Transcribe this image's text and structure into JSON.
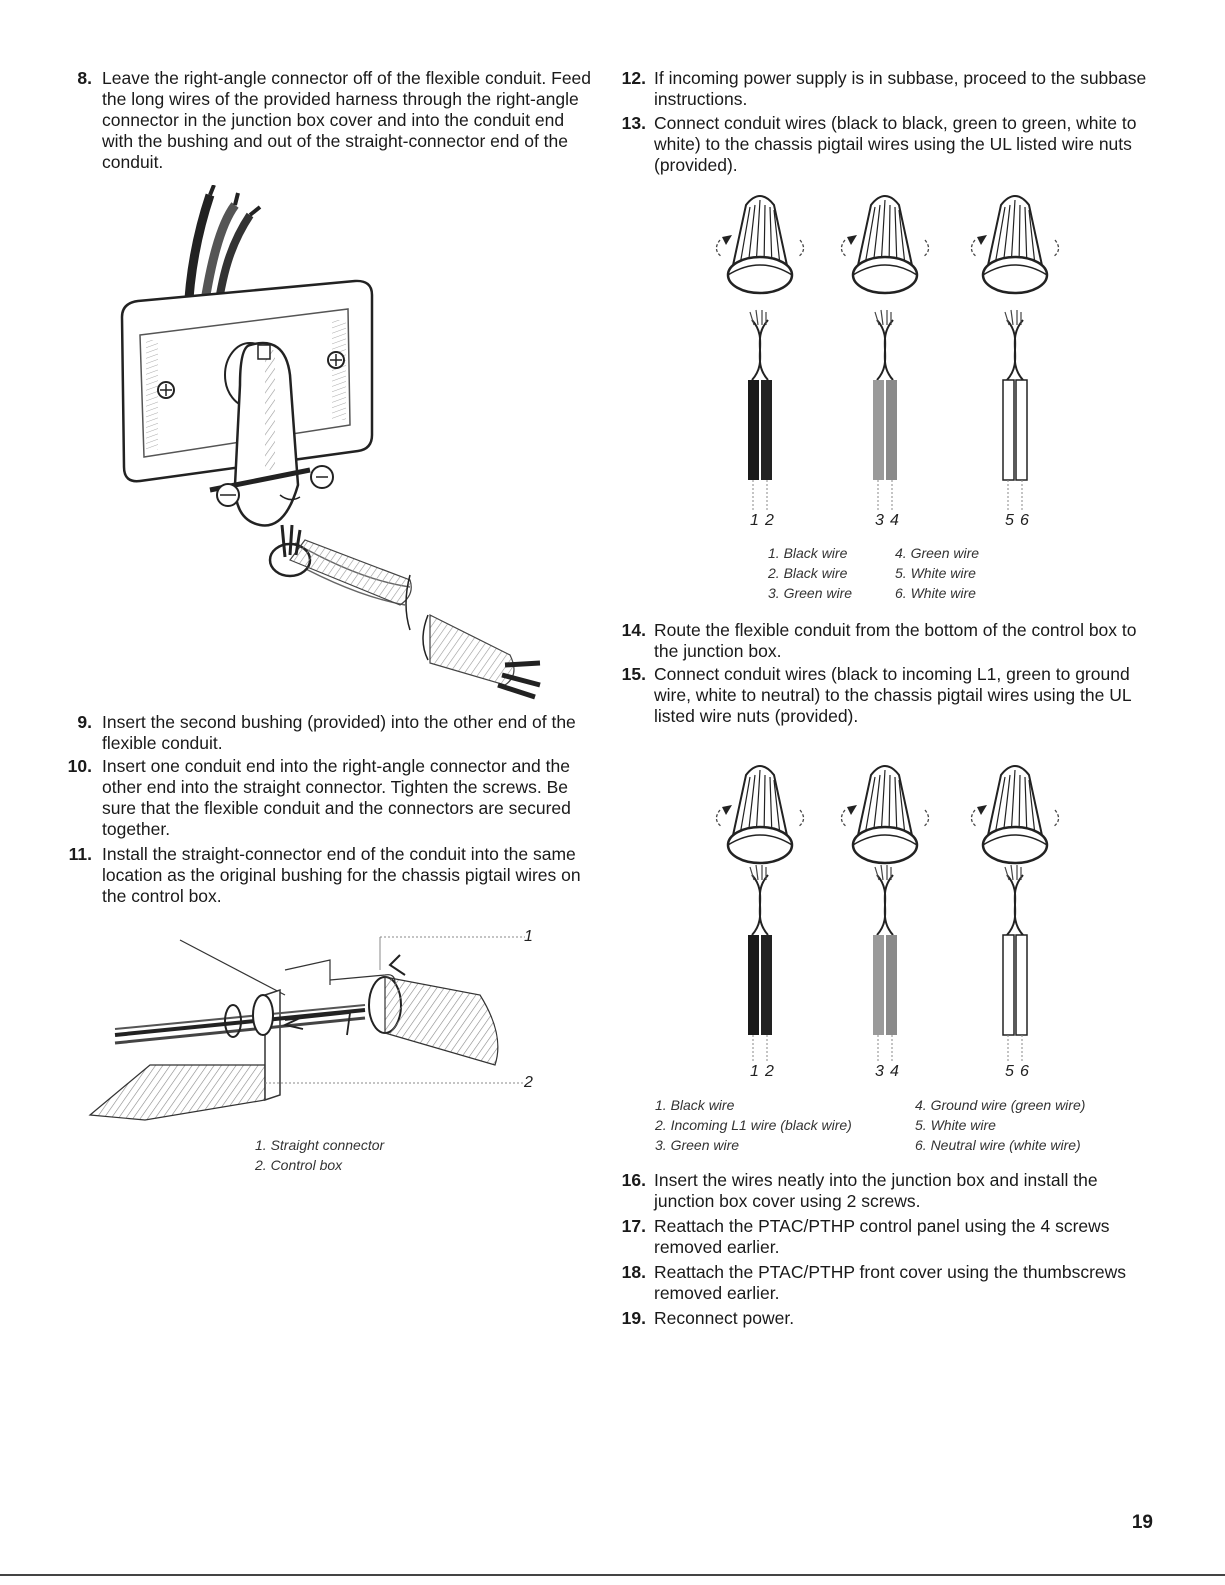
{
  "left_steps": [
    {
      "num": "8.",
      "text": "Leave the right-angle connector off of the flexible conduit. Feed the long wires of the provided harness through the right-angle connector in the junction box cover and into the conduit end with the bushing and out of the straight-connector end of the conduit."
    },
    {
      "num": "9.",
      "text": "Insert the second bushing (provided) into the other end of the flexible conduit."
    },
    {
      "num": "10.",
      "text": "Insert one conduit end into the right-angle connector and the other end into the straight connector. Tighten the screws. Be sure that the flexible conduit and the connectors are secured together."
    },
    {
      "num": "11.",
      "text": "Install the straight-connector end of the conduit into the same location as the original bushing for the chassis pigtail wires on the control box."
    }
  ],
  "right_steps": [
    {
      "num": "12.",
      "text": "If incoming power supply is in subbase, proceed to the subbase instructions."
    },
    {
      "num": "13.",
      "text": "Connect conduit wires (black to black, green to green, white to white) to the chassis pigtail wires using the UL listed wire nuts (provided)."
    },
    {
      "num": "14.",
      "text": "Route the flexible conduit from the bottom of the control box to the junction box."
    },
    {
      "num": "15.",
      "text": "Connect conduit wires (black to incoming L1, green to ground wire, white to neutral) to the chassis pigtail wires using the UL listed wire nuts (provided)."
    },
    {
      "num": "16.",
      "text": "Insert the wires neatly into the junction box and install the junction box cover using 2 screws."
    },
    {
      "num": "17.",
      "text": "Reattach the PTAC/PTHP control panel using the 4 screws removed earlier."
    },
    {
      "num": "18.",
      "text": "Reattach the PTAC/PTHP front cover using the thumbscrews removed earlier."
    },
    {
      "num": "19.",
      "text": "Reconnect power."
    }
  ],
  "fig_connector": {
    "callouts": [
      "1",
      "2"
    ],
    "captions": [
      "1. Straight connector",
      "2. Control box"
    ]
  },
  "fig_wires_1": {
    "numbers": [
      "1",
      "2",
      "3",
      "4",
      "5",
      "6"
    ],
    "captions_left": [
      "1. Black wire",
      "2. Black wire",
      "3. Green wire"
    ],
    "captions_right": [
      "4. Green wire",
      "5. White wire",
      "6. White wire"
    ]
  },
  "fig_wires_2": {
    "numbers": [
      "1",
      "2",
      "3",
      "4",
      "5",
      "6"
    ],
    "captions_left": [
      "1. Black wire",
      "2. Incoming L1 wire (black wire)",
      "3. Green wire"
    ],
    "captions_right": [
      "4. Ground wire (green wire)",
      "5. White wire",
      "6. Neutral wire (white wire)"
    ]
  },
  "page_number": "19"
}
